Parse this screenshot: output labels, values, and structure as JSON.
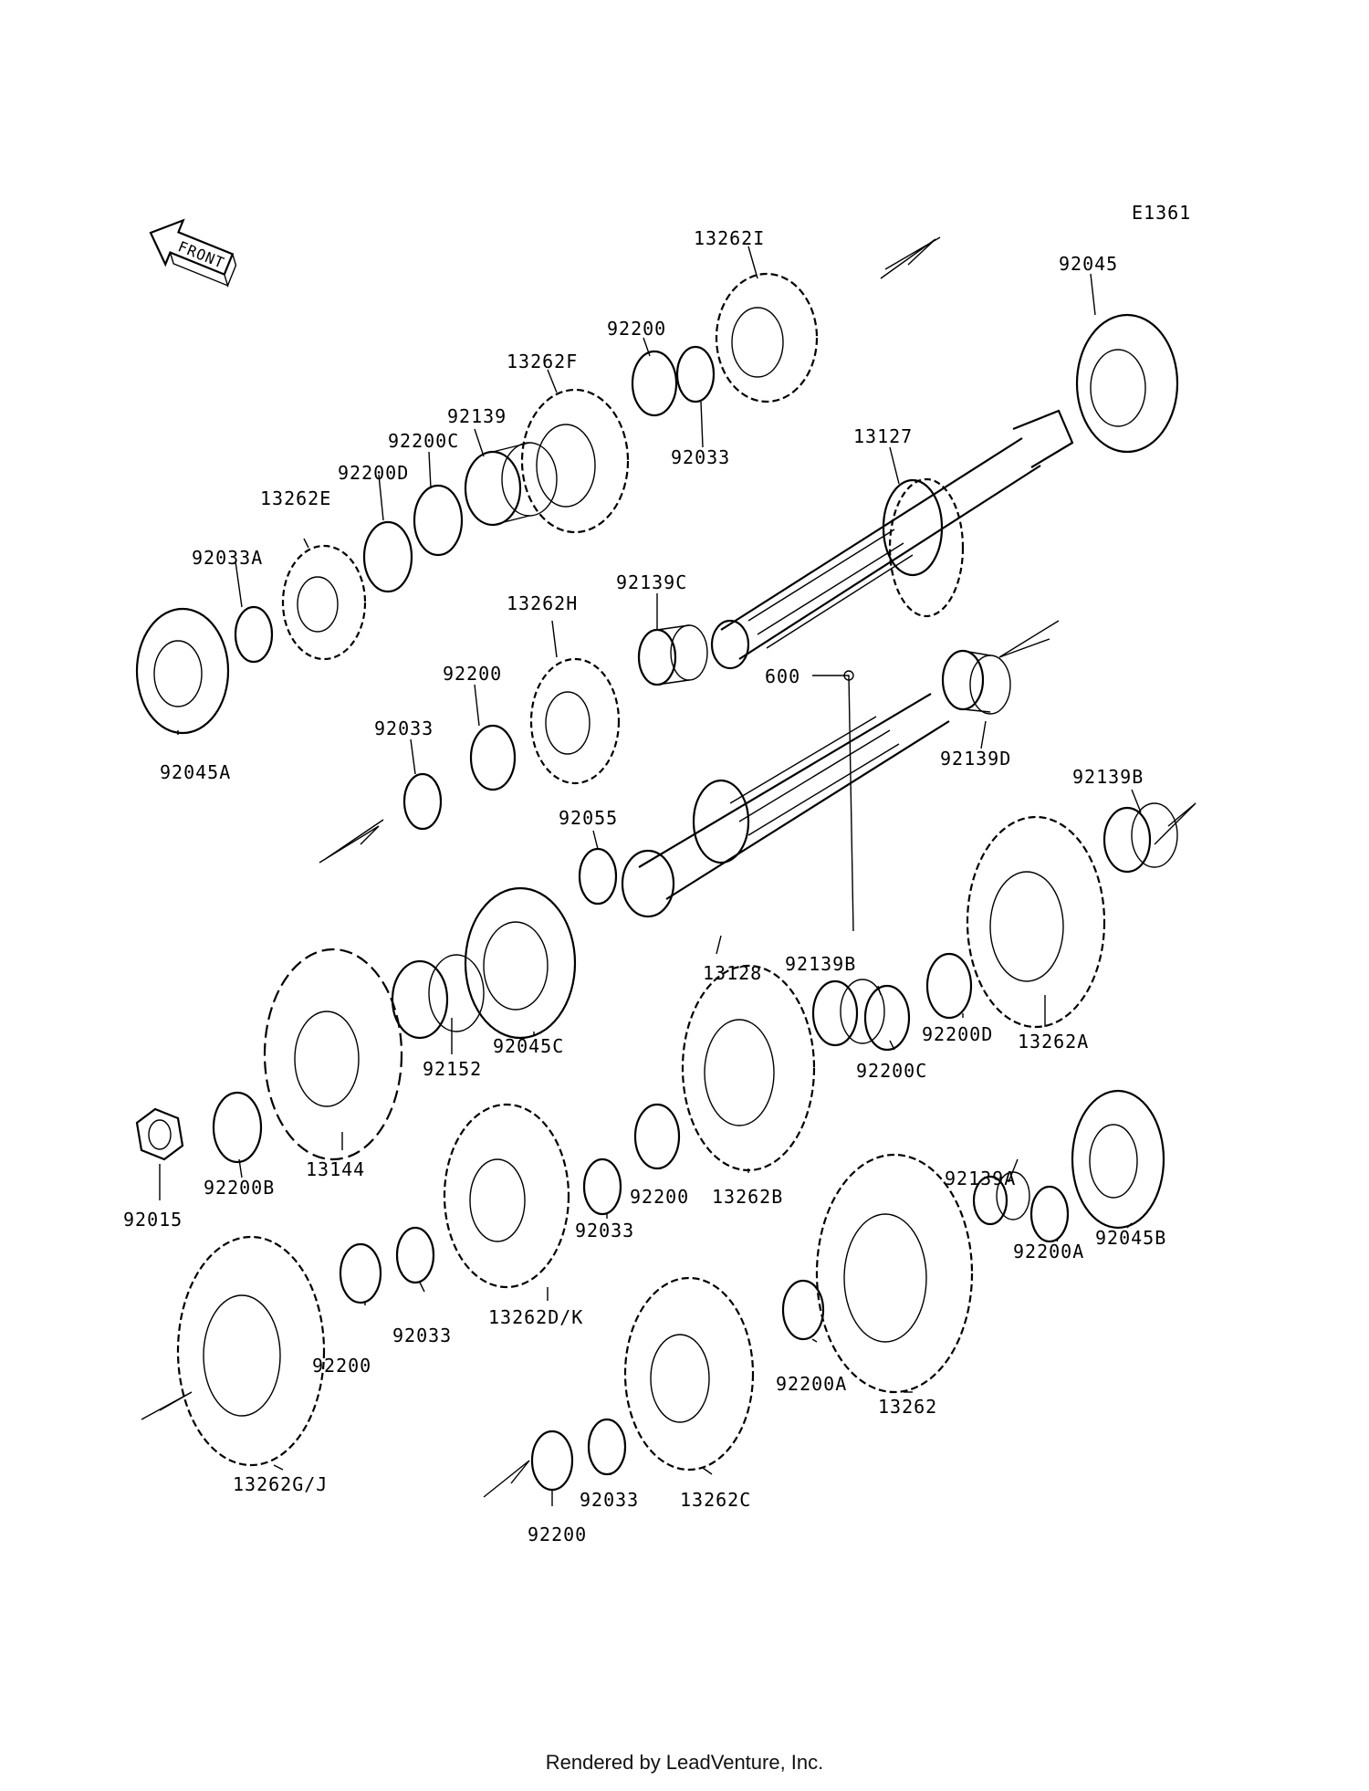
{
  "diagram_id": "E1361",
  "front_arrow_label": "FRONT",
  "parts": [
    {
      "id": "p-13262I",
      "label": "13262I"
    },
    {
      "id": "p-92045",
      "label": "92045"
    },
    {
      "id": "p-92200-a",
      "label": "92200"
    },
    {
      "id": "p-13262F",
      "label": "13262F"
    },
    {
      "id": "p-92139",
      "label": "92139"
    },
    {
      "id": "p-92200C-a",
      "label": "92200C"
    },
    {
      "id": "p-92033-a",
      "label": "92033"
    },
    {
      "id": "p-13127",
      "label": "13127"
    },
    {
      "id": "p-92200D-a",
      "label": "92200D"
    },
    {
      "id": "p-13262E",
      "label": "13262E"
    },
    {
      "id": "p-92033A",
      "label": "92033A"
    },
    {
      "id": "p-92139C",
      "label": "92139C"
    },
    {
      "id": "p-13262H",
      "label": "13262H"
    },
    {
      "id": "p-92200-b",
      "label": "92200"
    },
    {
      "id": "p-600",
      "label": "600"
    },
    {
      "id": "p-92033-b",
      "label": "92033"
    },
    {
      "id": "p-92045A",
      "label": "92045A"
    },
    {
      "id": "p-92139D",
      "label": "92139D"
    },
    {
      "id": "p-92139B-a",
      "label": "92139B"
    },
    {
      "id": "p-92055",
      "label": "92055"
    },
    {
      "id": "p-13128",
      "label": "13128"
    },
    {
      "id": "p-92139B-b",
      "label": "92139B"
    },
    {
      "id": "p-92200D-b",
      "label": "92200D"
    },
    {
      "id": "p-13262A",
      "label": "13262A"
    },
    {
      "id": "p-92200C-b",
      "label": "92200C"
    },
    {
      "id": "p-92045C",
      "label": "92045C"
    },
    {
      "id": "p-92152",
      "label": "92152"
    },
    {
      "id": "p-92139A",
      "label": "92139A"
    },
    {
      "id": "p-92200B",
      "label": "92200B"
    },
    {
      "id": "p-13144",
      "label": "13144"
    },
    {
      "id": "p-92033-c",
      "label": "92033"
    },
    {
      "id": "p-92200-c",
      "label": "92200"
    },
    {
      "id": "p-13262B",
      "label": "13262B"
    },
    {
      "id": "p-92015",
      "label": "92015"
    },
    {
      "id": "p-92200A-a",
      "label": "92200A"
    },
    {
      "id": "p-92045B",
      "label": "92045B"
    },
    {
      "id": "p-92033-d",
      "label": "92033"
    },
    {
      "id": "p-13262DK",
      "label": "13262D/K"
    },
    {
      "id": "p-92200-d",
      "label": "92200"
    },
    {
      "id": "p-92200A-b",
      "label": "92200A"
    },
    {
      "id": "p-13262",
      "label": "13262"
    },
    {
      "id": "p-13262GJ",
      "label": "13262G/J"
    },
    {
      "id": "p-92033-e",
      "label": "92033"
    },
    {
      "id": "p-13262C",
      "label": "13262C"
    },
    {
      "id": "p-92200-e",
      "label": "92200"
    }
  ],
  "footer": "Rendered by LeadVenture, Inc."
}
